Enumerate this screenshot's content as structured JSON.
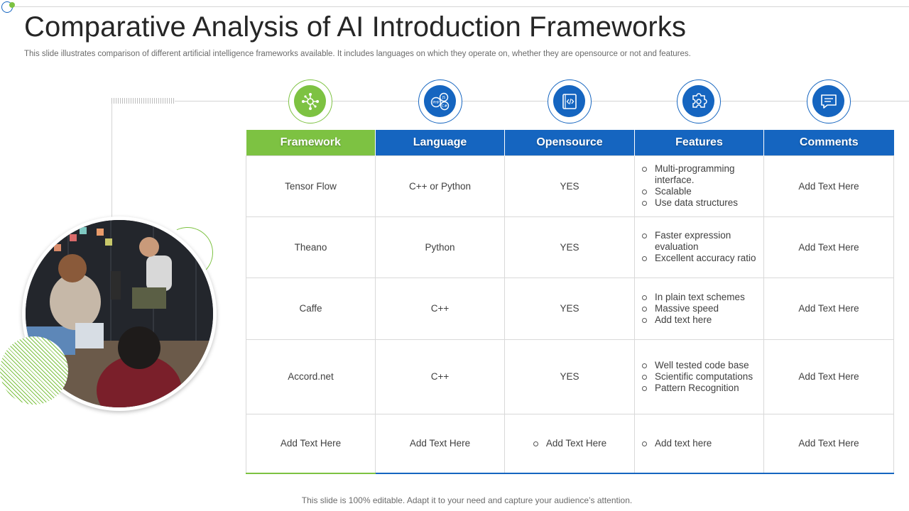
{
  "title": "Comparative Analysis of AI Introduction Frameworks",
  "subtitle": "This slide illustrates comparison of different artificial intelligence frameworks available. It includes languages on which they operate on, whether they are opensource or not and features.",
  "colors": {
    "accent_green": "#7dc242",
    "accent_blue": "#1565c0"
  },
  "icons": [
    "network-hub-icon",
    "code-languages-icon",
    "code-book-icon",
    "puzzle-gear-icon",
    "chat-bubble-icon"
  ],
  "table": {
    "headers": [
      "Framework",
      "Language",
      "Opensource",
      "Features",
      "Comments"
    ],
    "rows": [
      {
        "framework": "Tensor Flow",
        "language": "C++ or Python",
        "opensource": "YES",
        "features": [
          "Multi-programming interface.",
          "Scalable",
          "Use data structures"
        ],
        "comments": "Add Text Here"
      },
      {
        "framework": "Theano",
        "language": "Python",
        "opensource": "YES",
        "features": [
          "Faster expression evaluation",
          "Excellent accuracy ratio"
        ],
        "comments": "Add Text Here"
      },
      {
        "framework": "Caffe",
        "language": "C++",
        "opensource": "YES",
        "features": [
          "In plain text schemes",
          "Massive speed",
          "Add text here"
        ],
        "comments": "Add Text Here"
      },
      {
        "framework": "Accord.net",
        "language": "C++",
        "opensource": "YES",
        "features": [
          "Well tested code base",
          "Scientific computations",
          "Pattern Recognition"
        ],
        "comments": "Add Text Here"
      },
      {
        "framework": "Add Text Here",
        "language": "Add Text Here",
        "opensource": "Add Text Here",
        "features": [
          "Add text here"
        ],
        "comments": "Add Text Here"
      }
    ]
  },
  "footer": "This slide is 100% editable. Adapt it to your need and capture your audience’s attention."
}
